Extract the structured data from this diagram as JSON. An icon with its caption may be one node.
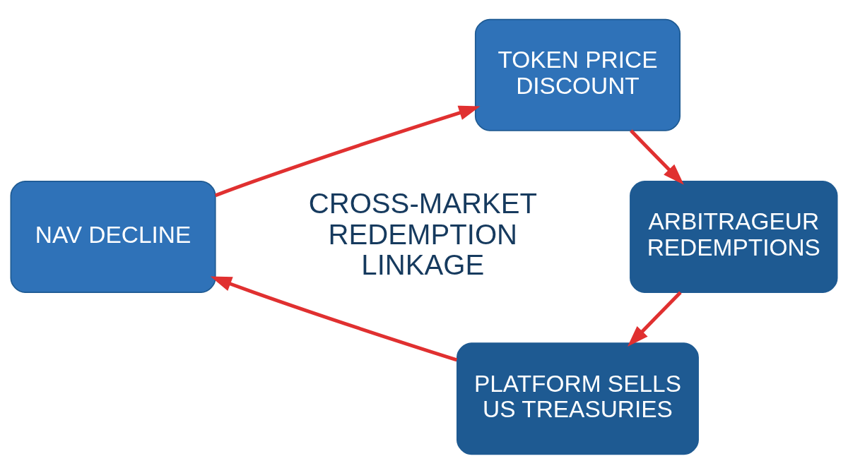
{
  "diagram": {
    "nodes": [
      {
        "text": [
          "TOKEN PRICE DISCOUNT"
        ]
      },
      {
        "text": [
          "ARBITRAGEUR REDEMPTIONS"
        ]
      },
      {
        "text": [
          "PLATFORM SELLS US TREASURIES"
        ]
      },
      {
        "text": [
          "NAV DECLINE"
        ]
      }
    ],
    "edges": [
      {
        "from": 0,
        "to": 1,
        "arrow": "to"
      },
      {
        "from": 1,
        "to": 2,
        "arrow": "to"
      },
      {
        "from": 2,
        "to": 3,
        "arrow": "to"
      },
      {
        "from": 3,
        "to": 0,
        "arrow": "to"
      }
    ],
    "labels": [
      "CROSS-MARKET REDEMPTION LINKAGE"
    ]
  }
}
